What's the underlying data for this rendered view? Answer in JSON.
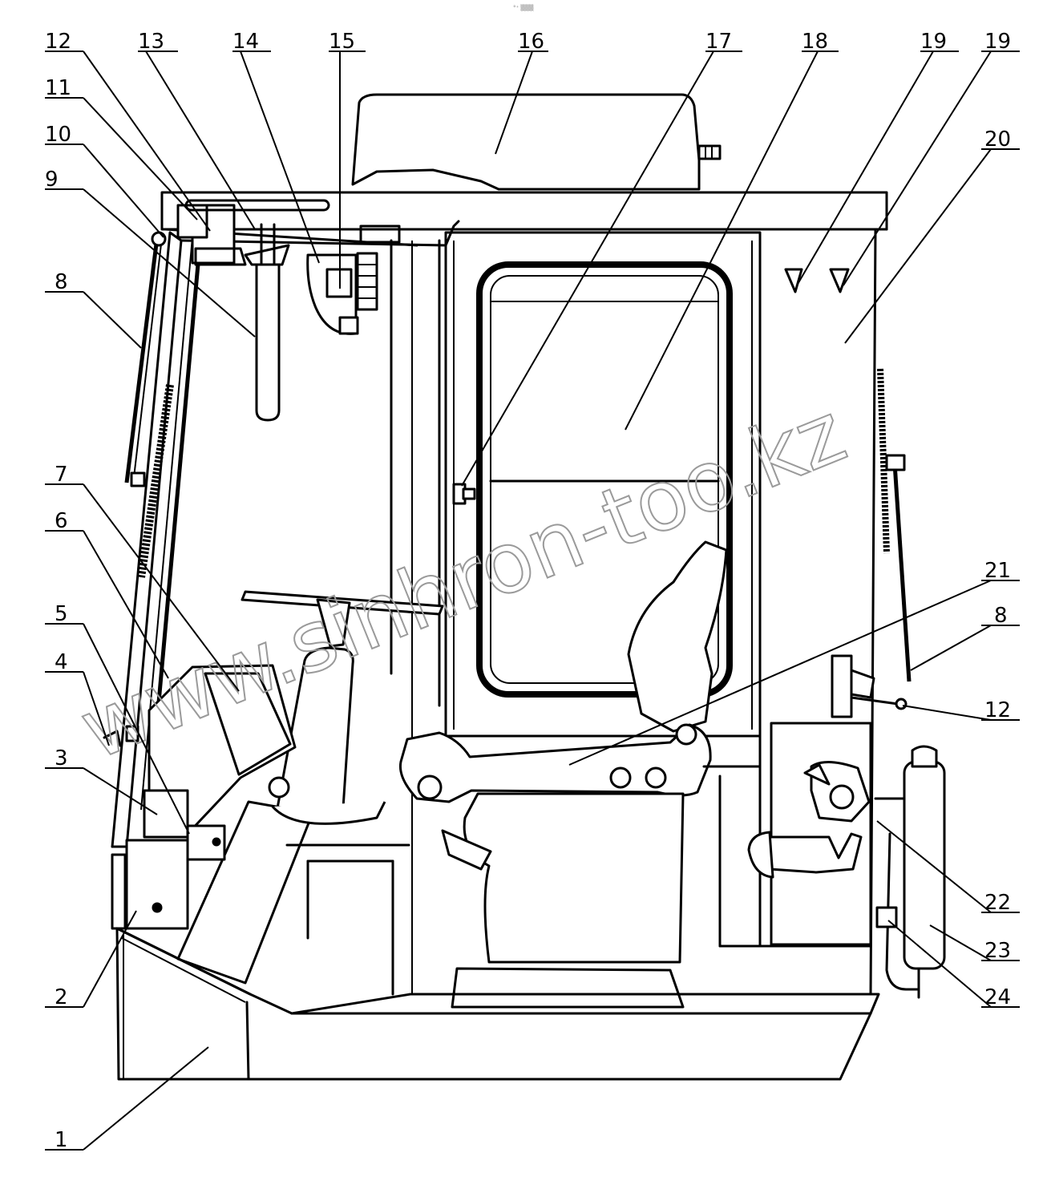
{
  "header_mark": "°⁺ ▒▒▒",
  "watermark": "www.sinhron-too.kz",
  "callouts": {
    "c1": "1",
    "c2": "2",
    "c3": "3",
    "c4": "4",
    "c5": "5",
    "c6": "6",
    "c7": "7",
    "c8_left": "8",
    "c9": "9",
    "c10": "10",
    "c11": "11",
    "c12_left": "12",
    "c13": "13",
    "c14": "14",
    "c15": "15",
    "c16": "16",
    "c17": "17",
    "c18": "18",
    "c19_a": "19",
    "c19_b": "19",
    "c20": "20",
    "c21": "21",
    "c8_right": "8",
    "c12_right": "12",
    "c22": "22",
    "c23": "23",
    "c24": "24"
  }
}
